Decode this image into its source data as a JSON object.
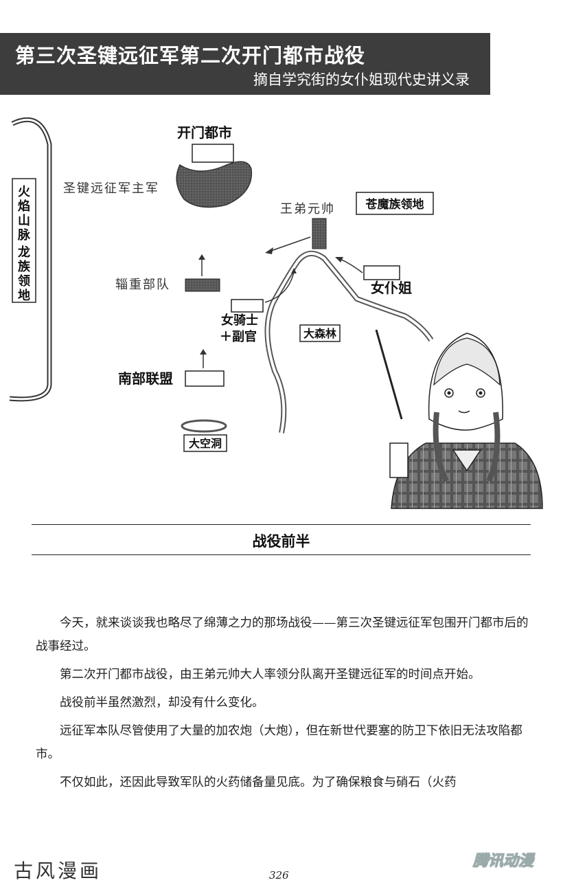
{
  "title": {
    "main": "第三次圣键远征军第二次开门都市战役",
    "sub": "摘自学究街的女仆姐现代史讲义录"
  },
  "map": {
    "city": "开门都市",
    "main_army": "圣键远征军主军",
    "mountain": "火焰山脉 龙族领地",
    "mountain_lines": [
      "火",
      "焰",
      "山",
      "脉",
      "龙",
      "族",
      "领",
      "地"
    ],
    "marshal": "王弟元帅",
    "demon_land": "苍魔族领地",
    "maid": "女仆姐",
    "baggage": "辎重部队",
    "knight": "女骑士",
    "adjutant": "＋副官",
    "forest": "大森林",
    "southern": "南部联盟",
    "cave": "大空洞"
  },
  "section": {
    "title": "战役前半"
  },
  "paragraphs": [
    "今天，就来谈谈我也略尽了绵薄之力的那场战役——第三次圣键远征军包围开门都市后的战事经过。",
    "第二次开门都市战役，由王弟元帅大人率领分队离开圣键远征军的时间点开始。",
    "战役前半虽然激烈，却没有什么变化。",
    "远征军本队尽管使用了大量的加农炮（大炮），但在新世代要塞的防卫下依旧无法攻陷都市。",
    "不仅如此，还因此导致军队的火药储备量见底。为了确保粮食与硝石（火药"
  ],
  "footer": {
    "left": "古风漫画",
    "page": "326",
    "right": "腾讯动漫"
  }
}
